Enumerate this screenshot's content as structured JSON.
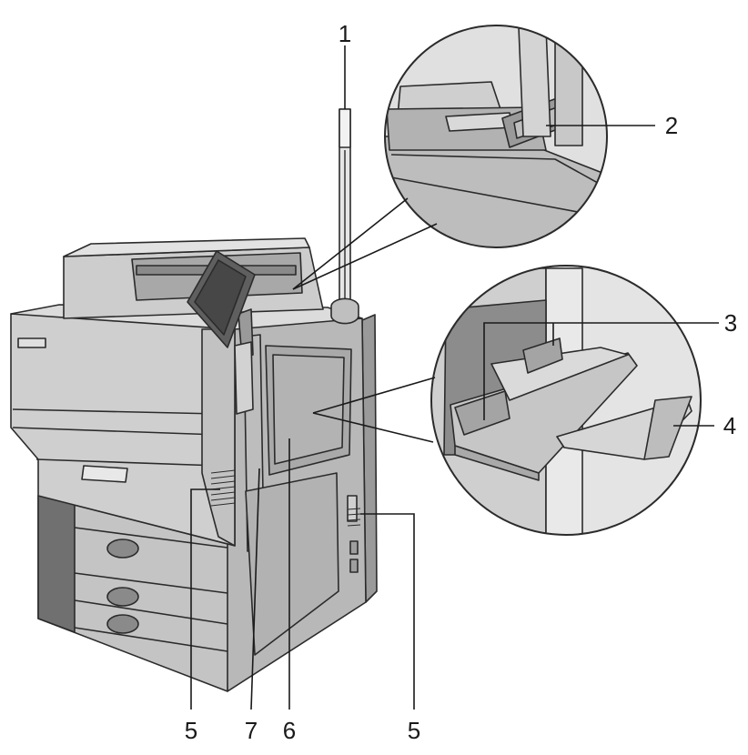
{
  "callouts": {
    "c1": "1",
    "c2": "2",
    "c3": "3",
    "c4": "4",
    "c5a": "5",
    "c5b": "5",
    "c6": "6",
    "c7": "7"
  },
  "colors": {
    "body": "#c9c9c9",
    "body_dark": "#a9a9a9",
    "body_light": "#dcdcdc",
    "panel": "#5f5f5f",
    "outline": "#2b2b2b",
    "leader": "#1a1a1a"
  }
}
